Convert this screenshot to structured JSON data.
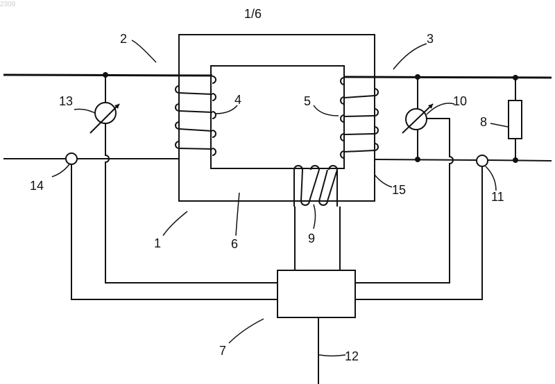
{
  "watermark": "2309",
  "sheet": "1/6",
  "labels": {
    "l1": "1",
    "l2": "2",
    "l3": "3",
    "l4": "4",
    "l5": "5",
    "l6": "6",
    "l7": "7",
    "l8": "8",
    "l9": "9",
    "l10": "10",
    "l11": "11",
    "l12": "12",
    "l13": "13",
    "l14": "14",
    "l15": "15"
  }
}
